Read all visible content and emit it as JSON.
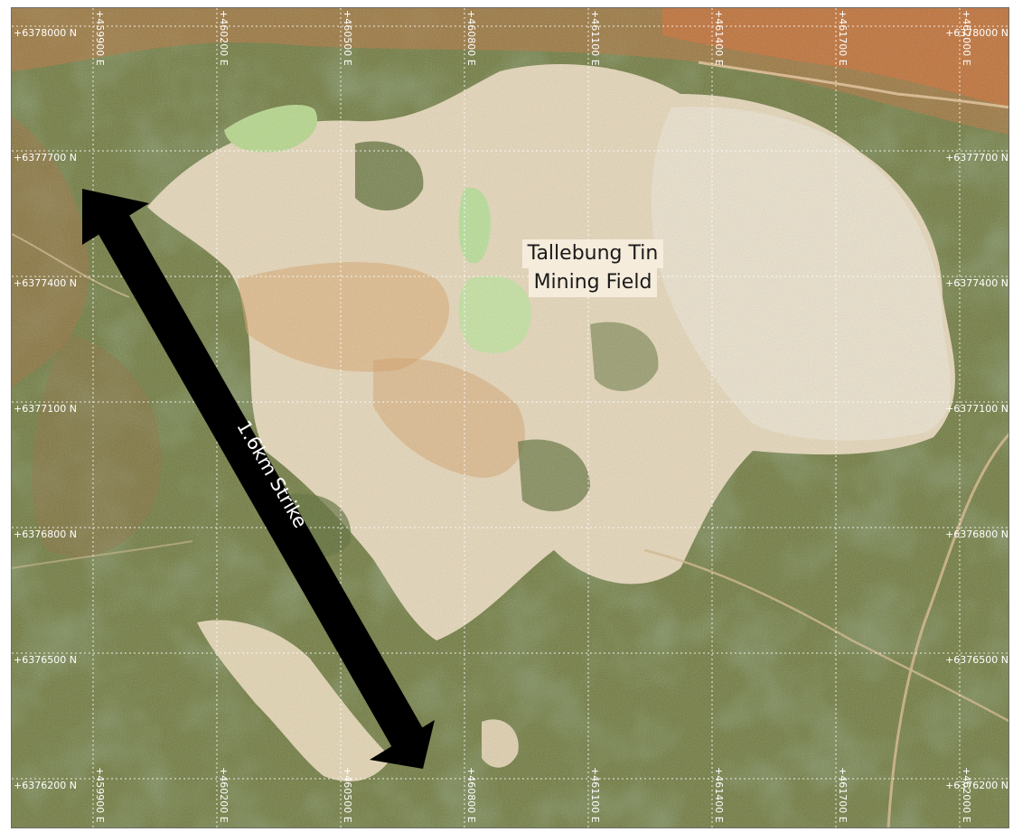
{
  "map": {
    "site_name_line1": "Tallebung Tin",
    "site_name_line2": "Mining Field",
    "strike_label": "1.6km Strike",
    "grid_northings": [
      "+6378000 N",
      "+6377700 N",
      "+6377400 N",
      "+6377100 N",
      "+6376800 N",
      "+6376500 N",
      "+6376200 N"
    ],
    "grid_eastings": [
      "+459900 E",
      "+460200 E",
      "+460500 E",
      "+460800 E",
      "+461100 E",
      "+461400 E",
      "+461700 E",
      "+462000 E"
    ],
    "colors": {
      "vegetation": "#6e7a3c",
      "dense_vegetation": "#3f5428",
      "bare_soil": "#b9874c",
      "red_soil": "#c96a2e",
      "tailings": "#e9dcc1",
      "water": "#b8d98c",
      "grid_line": "#ffffff",
      "arrow": "#000000"
    }
  }
}
